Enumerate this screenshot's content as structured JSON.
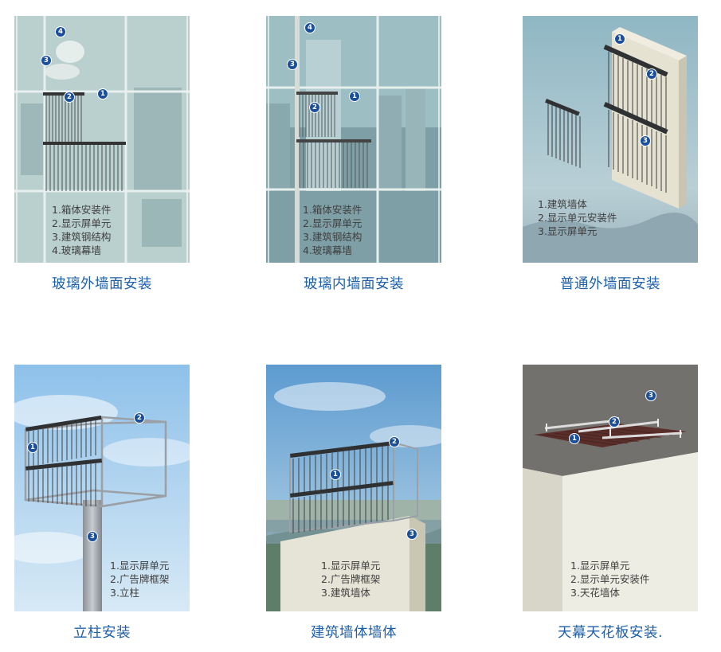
{
  "panels": [
    {
      "caption": "玻璃外墙面安装",
      "legend": [
        "1.箱体安装件",
        "2.显示屏单元",
        "3.建筑钢结构",
        "4.玻璃幕墙"
      ],
      "badges": [
        "1",
        "2",
        "3",
        "4"
      ]
    },
    {
      "caption": "玻璃内墙面安装",
      "legend": [
        "1.箱体安装件",
        "2.显示屏单元",
        "3.建筑钢结构",
        "4.玻璃幕墙"
      ],
      "badges": [
        "1",
        "2",
        "3",
        "4"
      ]
    },
    {
      "caption": "普通外墙面安装",
      "legend": [
        "1.建筑墙体",
        "2.显示单元安装件",
        "3.显示屏单元"
      ],
      "badges": [
        "1",
        "2",
        "3"
      ]
    },
    {
      "caption": "立柱安装",
      "legend": [
        "1.显示屏单元",
        "2.广告牌框架",
        "3.立柱"
      ],
      "badges": [
        "1",
        "2",
        "3"
      ]
    },
    {
      "caption": "建筑墙体墙体",
      "legend": [
        "1.显示屏单元",
        "2.广告牌框架",
        "3.建筑墙体"
      ],
      "badges": [
        "1",
        "2",
        "3"
      ]
    },
    {
      "caption": "天幕天花板安装.",
      "legend": [
        "1.显示屏单元",
        "2.显示单元安装件",
        "3.天花墙体"
      ],
      "badges": [
        "1",
        "2",
        "3"
      ]
    }
  ]
}
